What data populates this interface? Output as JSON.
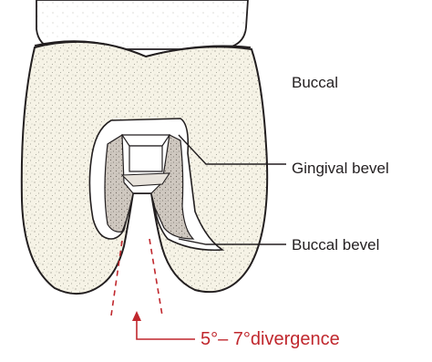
{
  "labels": {
    "buccal": "Buccal",
    "gingival_bevel": "Gingival bevel",
    "buccal_bevel": "Buccal bevel",
    "divergence": "5°– 7°divergence"
  },
  "colors": {
    "line": "#231f20",
    "tooth_fill": "#f6f3e6",
    "stipple": "#8a8a80",
    "prep_shade": "#cfc8c0",
    "accent": "#c0272d"
  }
}
